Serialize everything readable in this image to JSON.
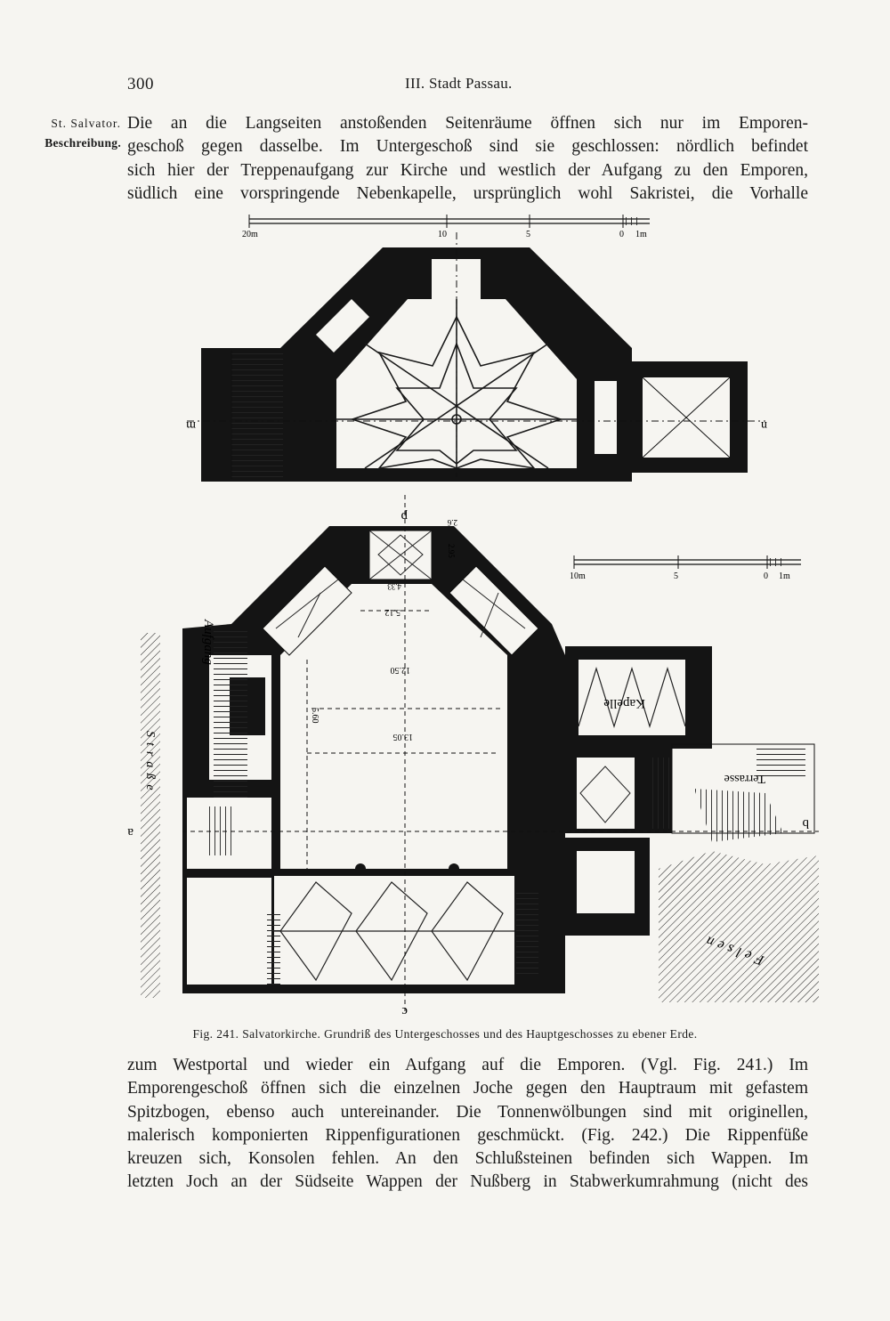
{
  "page": {
    "number": "300",
    "running_head": "III. Stadt Passau."
  },
  "margin_note": {
    "line1": "St. Salvator.",
    "line2": "Beschreibung."
  },
  "paragraph_top": {
    "lines": [
      "Die an die Langseiten anstoßenden Seitenräume öffnen sich nur im Emporen-",
      "geschoß gegen dasselbe. Im Untergeschoß sind sie geschlossen: nördlich befindet",
      "sich hier der Treppenaufgang zur Kirche und westlich der Aufgang zu den Emporen,",
      "südlich eine vorspringende Nebenkapelle, ursprünglich wohl Sakristei, die Vorhalle"
    ]
  },
  "figure": {
    "caption": "Fig. 241. Salvatorkirche. Grundriß des Untergeschosses und des Hauptgeschosses zu ebener Erde.",
    "upper_plan": {
      "scale_labels": [
        "20m",
        "10",
        "5",
        "0",
        "1m"
      ],
      "section_left": "m",
      "section_right": "n"
    },
    "lower_plan": {
      "scale_labels": [
        "10m",
        "5",
        "0",
        "1m"
      ],
      "section_top": "p",
      "section_bottom": "c",
      "section_left": "a",
      "section_right": "b",
      "labels": {
        "aufgang": "Aufgang",
        "kapelle": "Kapelle",
        "terrasse": "Terrasse",
        "felsen": "Felsen",
        "strasse": "Straße"
      },
      "dimensions": [
        "2.95",
        "5.12",
        "4.33",
        "12.50",
        "5.60",
        "13.05",
        "2.6"
      ]
    },
    "colors": {
      "wall": "#141414",
      "paper": "#f6f5f1",
      "line": "#1a1a1a"
    }
  },
  "paragraph_bottom": {
    "lines": [
      "zum Westportal und wieder ein Aufgang auf die Emporen. (Vgl. Fig. 241.) Im",
      "Emporengeschoß öffnen sich die einzelnen Joche gegen den Hauptraum mit gefastem",
      "Spitzbogen, ebenso auch untereinander. Die Tonnenwölbungen sind mit originellen,",
      "malerisch komponierten Rippenfigurationen geschmückt. (Fig. 242.) Die Rippenfüße",
      "kreuzen sich, Konsolen fehlen. An den Schlußsteinen befinden sich Wappen. Im",
      "letzten Joch an der Südseite Wappen der Nußberg in Stabwerkumrahmung (nicht des"
    ]
  }
}
